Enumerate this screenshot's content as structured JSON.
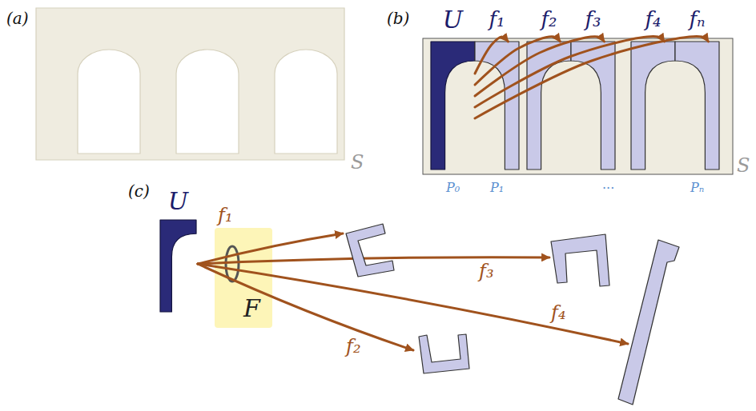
{
  "diagram": {
    "nodes": [
      {
        "text": [
          "S"
        ]
      },
      {
        "text": [
          "S"
        ]
      },
      {
        "text": [
          "U",
          "P₀"
        ],
        "in": 1
      },
      {
        "text": [
          "f₁",
          "P₁"
        ],
        "in": 1
      },
      {
        "text": [
          "f₂"
        ],
        "in": 1
      },
      {
        "text": [
          "f₃"
        ],
        "in": 1
      },
      {
        "text": [
          "f₄"
        ],
        "in": 1
      },
      {
        "text": [
          "fₙ",
          "Pₙ"
        ],
        "in": 1
      },
      {
        "text": [
          "U"
        ]
      },
      {
        "text": [
          "F"
        ]
      }
    ],
    "edges": [
      {
        "from": 2,
        "to": 3,
        "arrow": "to"
      },
      {
        "from": 2,
        "to": 4,
        "arrow": "to"
      },
      {
        "from": 2,
        "to": 5,
        "arrow": "to"
      },
      {
        "from": 2,
        "to": 6,
        "arrow": "to"
      },
      {
        "from": 2,
        "to": 7,
        "arrow": "to"
      }
    ],
    "labels": [
      "(a)",
      "(b)",
      "(c)",
      "...",
      "f₁",
      "f₂",
      "f₃",
      "f₄"
    ]
  }
}
